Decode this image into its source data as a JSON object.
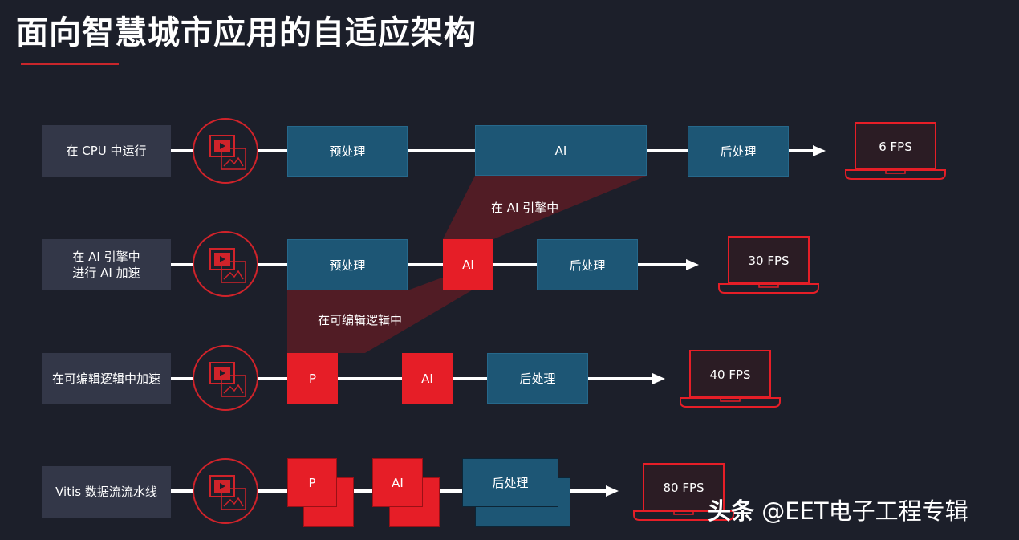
{
  "title": "面向智慧城市应用的自适应架构",
  "colors": {
    "background": "#1c1f2a",
    "label_box": "#333748",
    "processing_blue": "#1d5675",
    "accent_red": "#e61e27",
    "shade_red": "#5a1c24"
  },
  "rows": [
    {
      "label": "在 CPU 中运行",
      "boxes": {
        "pre": "预处理",
        "ai": "AI",
        "post": "后处理"
      },
      "fps": "6 FPS"
    },
    {
      "label": "在 AI 引擎中\n进行 AI 加速",
      "boxes": {
        "pre": "预处理",
        "ai": "AI",
        "post": "后处理"
      },
      "fps": "30 FPS"
    },
    {
      "label": "在可编辑逻辑中加速",
      "boxes": {
        "pre": "P",
        "ai": "AI",
        "post": "后处理"
      },
      "fps": "40 FPS"
    },
    {
      "label": "Vitis 数据流流水线",
      "boxes": {
        "pre": "P",
        "ai": "AI",
        "post": "后处理"
      },
      "fps": "80 FPS"
    }
  ],
  "transitions": {
    "to_ai_engine": "在 AI 引擎中",
    "to_programmable_logic": "在可编辑逻辑中"
  },
  "watermark": {
    "brand": "头条",
    "account": "@EET电子工程专辑"
  },
  "icons": {
    "media": "video-image-icon",
    "output": "laptop-icon"
  }
}
